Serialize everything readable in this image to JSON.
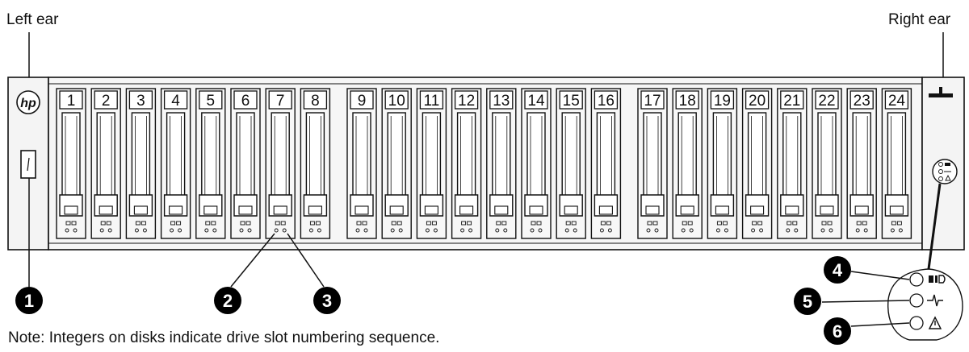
{
  "labels": {
    "left_ear": "Left ear",
    "right_ear": "Right ear",
    "note": "Note: Integers on disks indicate drive slot numbering sequence."
  },
  "logo_text": "hp",
  "slot_numbers": [
    "1",
    "2",
    "3",
    "4",
    "5",
    "6",
    "7",
    "8",
    "9",
    "10",
    "11",
    "12",
    "13",
    "14",
    "15",
    "16",
    "17",
    "18",
    "19",
    "20",
    "21",
    "22",
    "23",
    "24"
  ],
  "callouts": [
    "1",
    "2",
    "3",
    "4",
    "5",
    "6"
  ],
  "colors": {
    "line": "#111111",
    "chassis_fill": "#f4f4f4",
    "drive_fill": "#f7f7f7",
    "callout_fill": "#000000",
    "callout_text": "#ffffff"
  }
}
